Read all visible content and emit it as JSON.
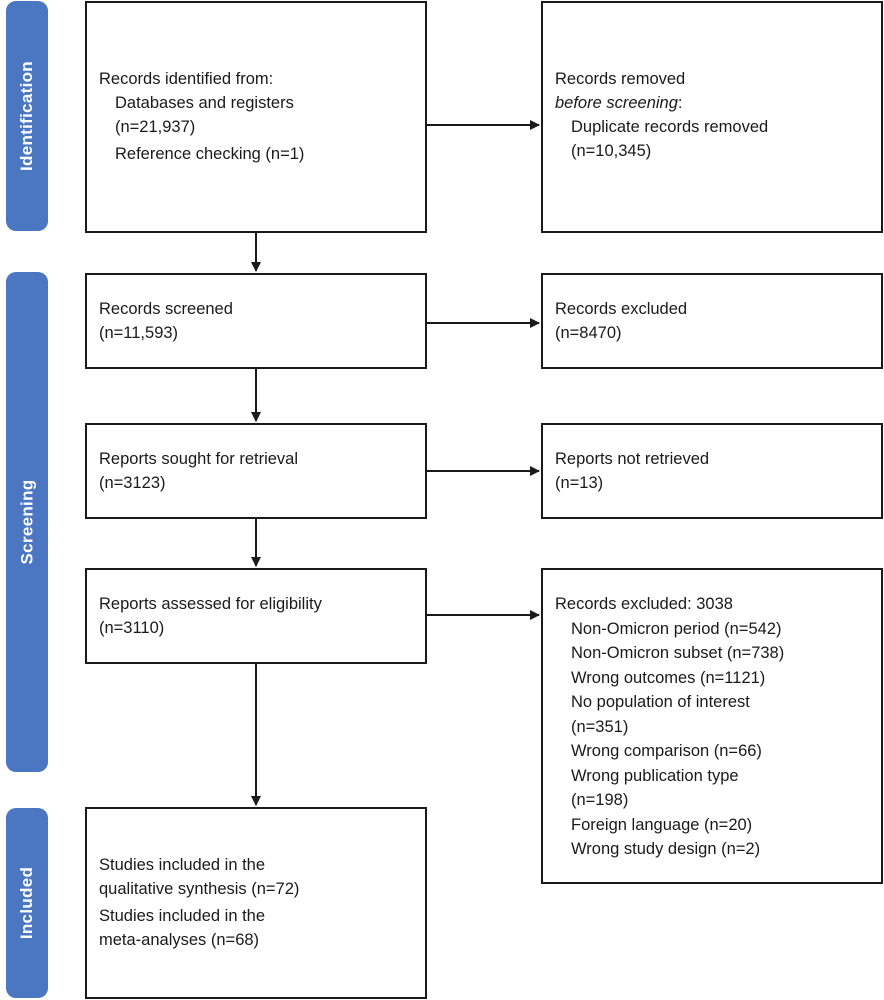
{
  "phases": {
    "identification": "Identification",
    "screening": "Screening",
    "included": "Included"
  },
  "colors": {
    "phase_fill": "#4a76c2",
    "line": "#1a1a1a"
  },
  "identification": {
    "heading": "Records identified from:",
    "databases": "Databases and registers",
    "databases_n": "(n=21,937)",
    "reference": "Reference checking (n=1)"
  },
  "removed": {
    "line1": "Records removed",
    "line2_italic": "before screening",
    "line2_suffix": ":",
    "duplicates": "Duplicate records removed",
    "duplicates_n": "(n=10,345)"
  },
  "screened": {
    "label": "Records screened",
    "n": "(n=11,593)"
  },
  "excluded1": {
    "label": "Records excluded",
    "n": "(n=8470)"
  },
  "sought": {
    "label": "Reports sought for retrieval",
    "n": "(n=3123)"
  },
  "not_retrieved": {
    "label": "Reports not retrieved",
    "n": "(n=13)"
  },
  "assessed": {
    "label": "Reports assessed for eligibility",
    "n": "(n=3110)"
  },
  "excluded2": {
    "heading": "Records excluded: 3038",
    "reasons": [
      "Non-Omicron period (n=542)",
      "Non-Omicron subset (n=738)",
      "Wrong outcomes (n=1121)",
      "No population of interest",
      "(n=351)",
      "Wrong comparison (n=66)",
      "Wrong publication type",
      "(n=198)",
      "Foreign language (n=20)",
      "Wrong study design (n=2)"
    ]
  },
  "included": {
    "qual_1": "Studies included in the",
    "qual_2": "qualitative synthesis (n=72)",
    "meta_1": "Studies included in the",
    "meta_2": "meta-analyses (n=68)"
  }
}
